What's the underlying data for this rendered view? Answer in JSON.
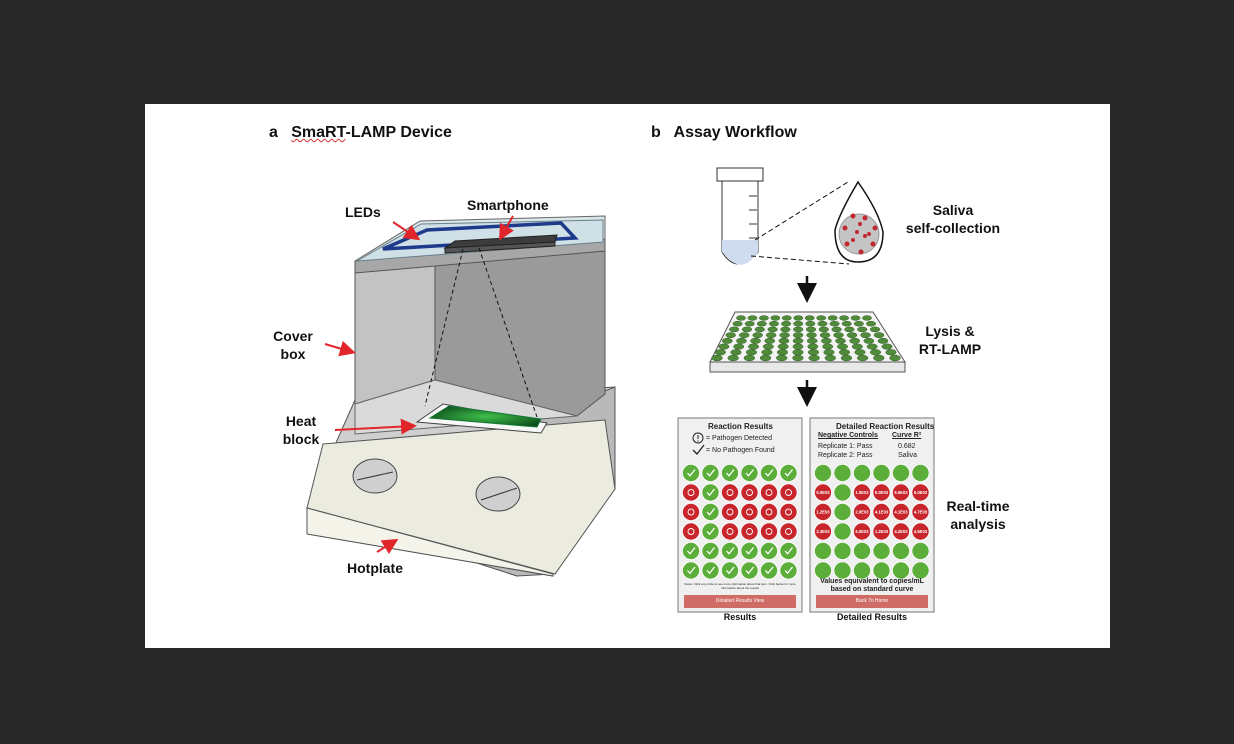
{
  "panel_a": {
    "letter": "a",
    "title_prefix": "SmaRT",
    "title_rest": "-LAMP Device",
    "labels": {
      "leds": "LEDs",
      "smartphone": "Smartphone",
      "cover_box_1": "Cover",
      "cover_box_2": "box",
      "heat_block_1": "Heat",
      "heat_block_2": "block",
      "hotplate": "Hotplate"
    }
  },
  "panel_b": {
    "letter": "b",
    "title": "Assay Workflow",
    "labels": {
      "saliva_1": "Saliva",
      "saliva_2": "self-collection",
      "lysis_1": "Lysis &",
      "lysis_2": "RT-LAMP",
      "realtime_1": "Real-time",
      "realtime_2": "analysis"
    },
    "screen_results": {
      "title": "Reaction Results",
      "legend_pathogen": "= Pathogen Detected",
      "legend_none": "= No Pathogen Found",
      "note": "Notes: Click any circle to see more information about that item. Click below for more information about the results",
      "button": "Detailed Results View",
      "caption": "Results",
      "rows": [
        [
          "ok",
          "ok",
          "ok",
          "ok",
          "ok",
          "ok"
        ],
        [
          "pos",
          "ok",
          "pos",
          "pos",
          "pos",
          "pos"
        ],
        [
          "pos",
          "ok",
          "pos",
          "pos",
          "pos",
          "pos"
        ],
        [
          "pos",
          "ok",
          "pos",
          "pos",
          "pos",
          "pos"
        ],
        [
          "ok",
          "ok",
          "ok",
          "ok",
          "ok",
          "ok"
        ],
        [
          "ok",
          "ok",
          "ok",
          "ok",
          "ok",
          "ok"
        ]
      ]
    },
    "screen_detailed": {
      "title": "Detailed Reaction Results",
      "neg_controls": "Negative Controls",
      "curve": "Curve R²",
      "rep1": "Replicate 1: Pass",
      "rep2": "Replicate 2: Pass",
      "curve_value": "0.682",
      "sample_type": "Saliva",
      "footer_1": "Values equivalent to copies/mL",
      "footer_2": "based on standard curve",
      "button": "Back To Home",
      "caption": "Detailed Results",
      "rows": [
        [
          "",
          "",
          "",
          "",
          "",
          ""
        ],
        [
          "5.0E03",
          "",
          "1.0E03",
          "5.0E03",
          "5.5E03",
          "5.0E03"
        ],
        [
          "1.2E03",
          "",
          "2.0E03",
          "4.1E03",
          "4.1E03",
          "4.7E03"
        ],
        [
          "2.3E03",
          "",
          "6.0E03",
          "1.2E03",
          "4.2E03",
          "4.5E03"
        ],
        [
          "",
          "",
          "",
          "",
          "",
          ""
        ],
        [
          "",
          "",
          "",
          "",
          "",
          ""
        ]
      ],
      "status": [
        [
          "ok",
          "ok",
          "ok",
          "ok",
          "ok",
          "ok"
        ],
        [
          "pos",
          "ok",
          "pos",
          "pos",
          "pos",
          "pos"
        ],
        [
          "pos",
          "ok",
          "pos",
          "pos",
          "pos",
          "pos"
        ],
        [
          "pos",
          "ok",
          "pos",
          "pos",
          "pos",
          "pos"
        ],
        [
          "ok",
          "ok",
          "ok",
          "ok",
          "ok",
          "ok"
        ],
        [
          "ok",
          "ok",
          "ok",
          "ok",
          "ok",
          "ok"
        ]
      ]
    }
  },
  "colors": {
    "arrow_red": "#e0262a",
    "led_blue": "#1e3a8a",
    "well_green": "#5cae3a",
    "well_red": "#c8262c",
    "button": "#cf6c66"
  }
}
